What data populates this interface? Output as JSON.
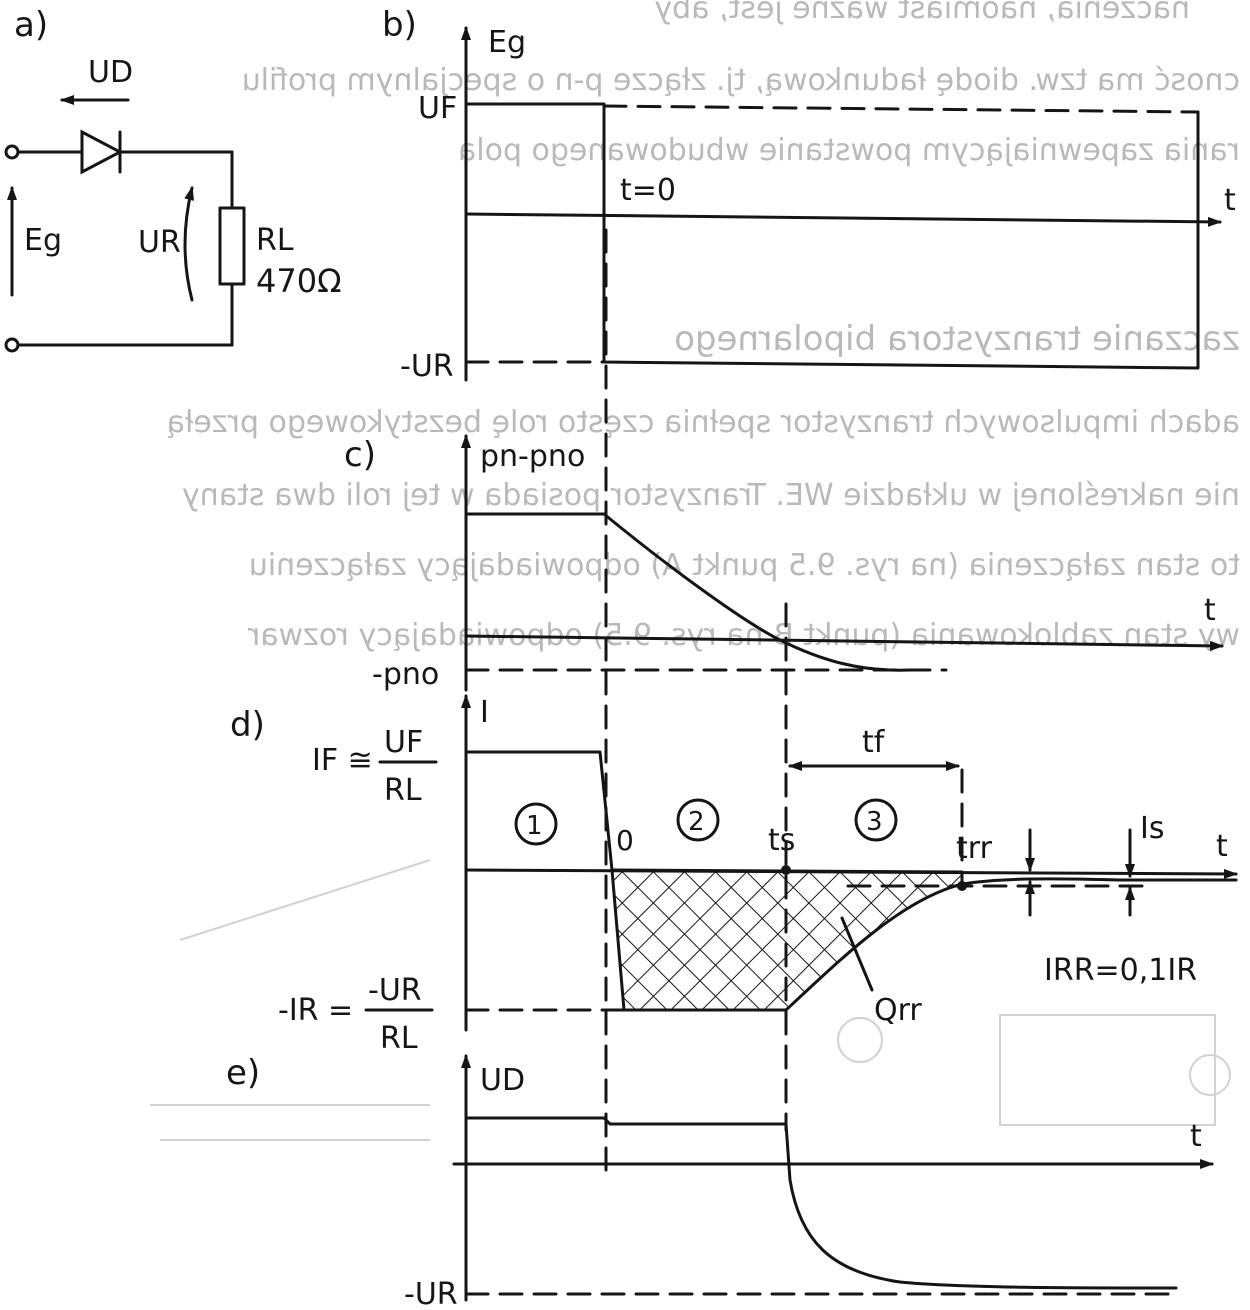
{
  "labels": {
    "part_a": "a)",
    "part_b": "b)",
    "part_c": "c)",
    "part_d": "d)",
    "part_e": "e)",
    "ud_circuit": "UD",
    "eg_circuit": "Eg",
    "ur_circuit": "UR",
    "rl_name": "RL",
    "rl_value": "470Ω",
    "eg_axis": "Eg",
    "uf_level": "UF",
    "t_zero": "t=0",
    "neg_ur_level_b": "-UR",
    "t_axis_b": "t",
    "pn_axis": "pn-pno",
    "t_axis_c": "t",
    "neg_pno": "-pno",
    "i_axis": "I",
    "if_label": "IF ≅",
    "if_num": "UF",
    "if_den": "RL",
    "phase_1": "1",
    "phase_2": "2",
    "phase_3": "3",
    "zero_mark": "0",
    "ts_label": "ts",
    "trr_label": "trr",
    "tf_label": "tf",
    "is_label": "Is",
    "t_axis_d": "t",
    "neg_ir_lhs": "-IR =",
    "neg_ir_num": "-UR",
    "neg_ir_den": "RL",
    "qrr_label": "Qrr",
    "irr_label": "IRR=0,1IR",
    "ud_axis": "UD",
    "t_axis_e": "t",
    "neg_ur_level_e": "-UR"
  },
  "bleed_through": {
    "line1": "naczenia, naomiast ważne jest, aby",
    "line2": "cnosć ma tzw. diodę ładunkową, tj. złącze p-n o specjalnym profilu",
    "line3": "rania zapewniającym powstanie wbudowanego pola",
    "line4": "zaczanie tranzystora bipolarnego",
    "line5": "adach impulsowych tranzystor spełnia często rolę bezstykowego przełą",
    "line6": "nie nakreślonej w układzie WE. Tranzystor posiada w tej roli dwa stany",
    "line7": "to stan załączenia (na rys. 9.5 punkt A) odpowiadający załączeniu",
    "line8": "wy stan zablokowania (punkt B na rys. 9.5) odpowiadający rozwar"
  },
  "colors": {
    "ink": "#151515",
    "ghost": "#b9b9b9",
    "paper": "#ffffff"
  }
}
